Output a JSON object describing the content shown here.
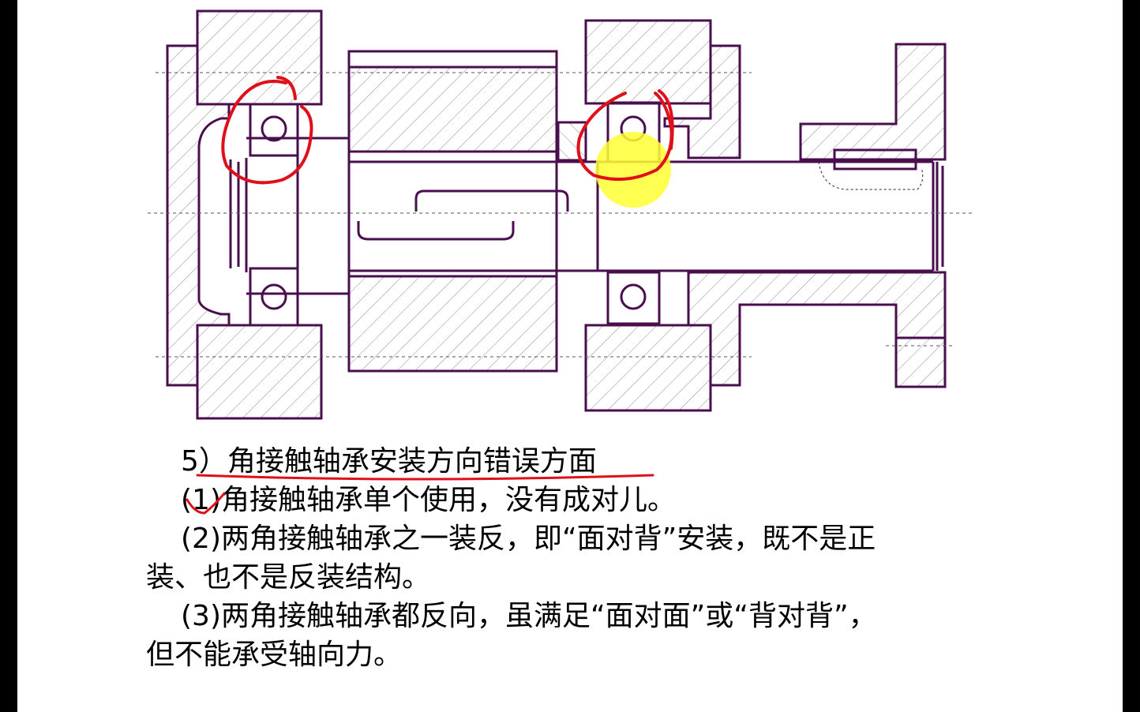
{
  "drawing": {
    "line_color": "#4a0e4e",
    "hatch_color": "#8c8c8c",
    "annotation_color": "#e0101a",
    "highlight_color": "#ffff33"
  },
  "text": {
    "heading": "5）角接触轴承安装方向错误方面",
    "item1": "(1)角接触轴承单个使用，没有成对儿。",
    "item2_line1": "(2)两角接触轴承之一装反，即“面对背”安装，既不是正",
    "item2_line2": "装、也不是反装结构。",
    "item3_line1": "(3)两角接触轴承都反向，虽满足“面对面”或“背对背”，",
    "item3_line2": "但不能承受轴向力。"
  }
}
